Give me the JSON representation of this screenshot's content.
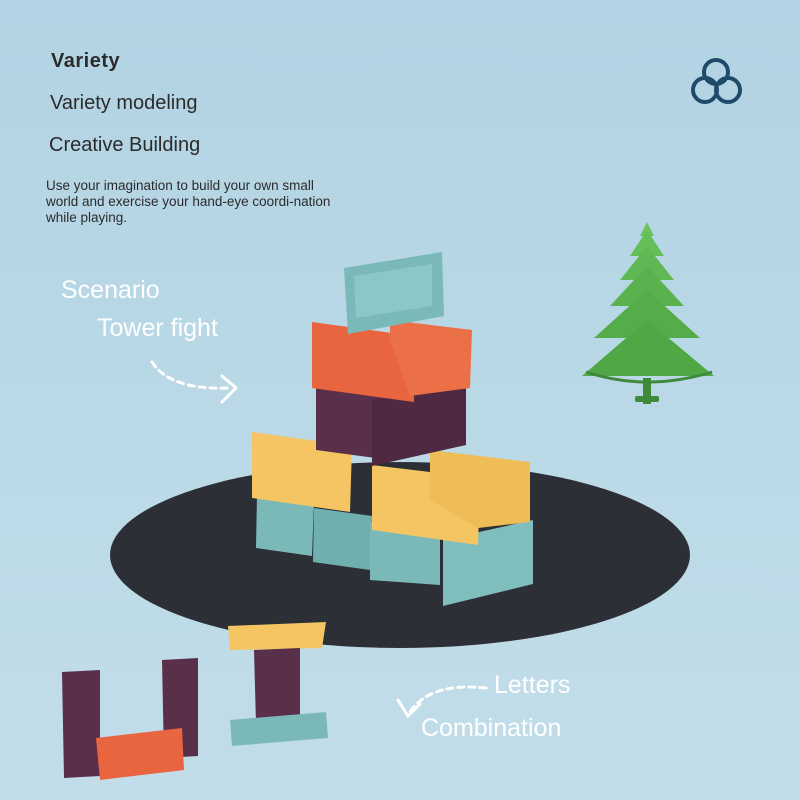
{
  "header": {
    "title": "Variety",
    "line2": "Variety modeling",
    "line3": "Creative Building",
    "description": "Use your imagination to build your own small world and exercise your hand-eye coordi-nation while playing."
  },
  "captions": {
    "scenario": "Scenario",
    "tower": "Tower fight",
    "letters": "Letters",
    "combination": "Combination"
  },
  "icons": {
    "logo": "three-circles-logo-icon",
    "tree": "pine-tree-toy-icon"
  },
  "colors": {
    "teal": "#7bb9b9",
    "coral": "#e8653f",
    "purple": "#5a2f4a",
    "yellow": "#f4c562",
    "tree_green": "#5db454",
    "dark_base": "#2c3036"
  }
}
